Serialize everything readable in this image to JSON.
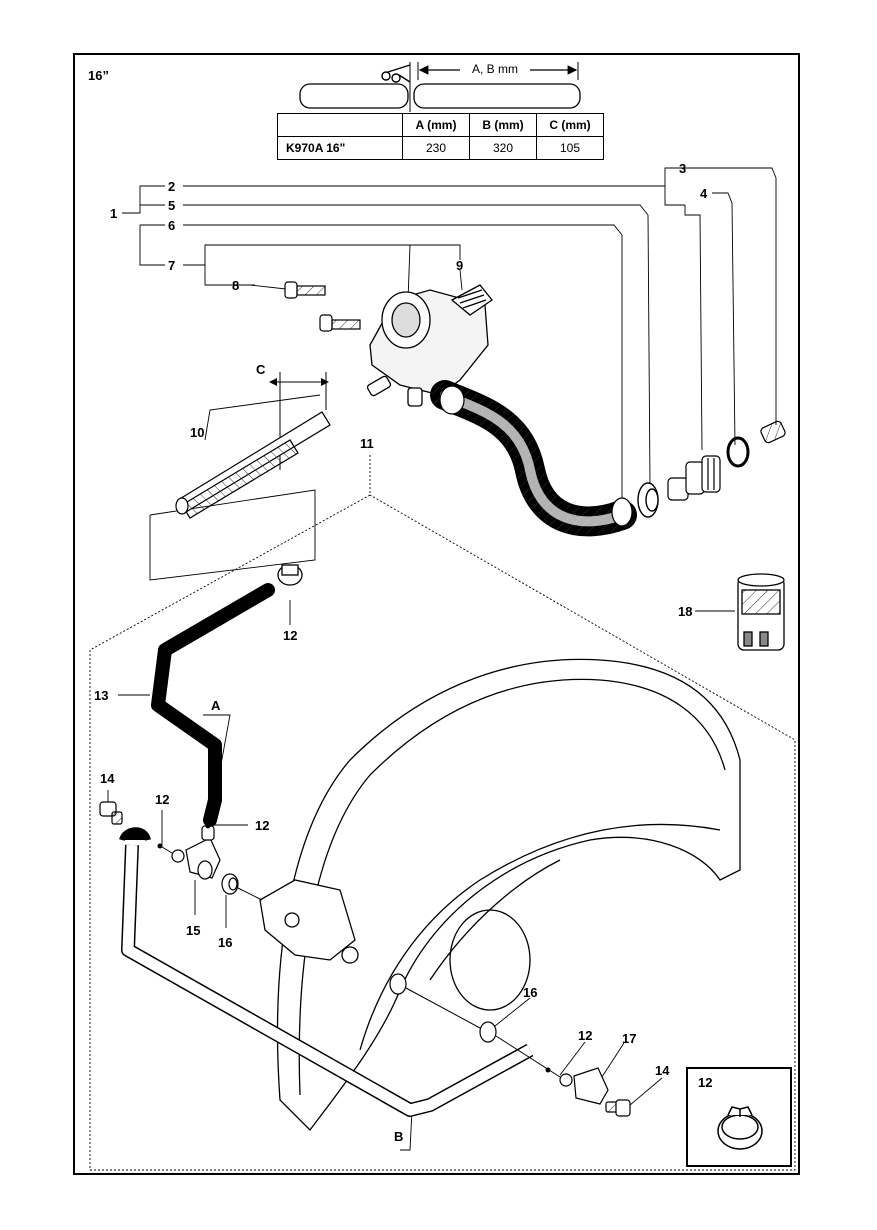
{
  "page": {
    "variant_label": "16”",
    "dimension_caption": "A, B mm"
  },
  "table": {
    "headers": [
      "",
      "A (mm)",
      "B (mm)",
      "C (mm)"
    ],
    "rows": [
      {
        "model": "K970A 16\"",
        "values": [
          "230",
          "320",
          "105"
        ]
      }
    ]
  },
  "callouts": {
    "p1": "1",
    "p2": "2",
    "p3": "3",
    "p4": "4",
    "p5": "5",
    "p6": "6",
    "p7": "7",
    "p8": "8",
    "p9": "9",
    "p10": "10",
    "p11": "11",
    "p12": "12",
    "p13": "13",
    "p14": "14",
    "p15": "15",
    "p16": "16",
    "p17": "17",
    "p18": "18",
    "dim_a": "A",
    "dim_b": "B",
    "dim_c": "C"
  },
  "inset": {
    "label": "12"
  }
}
